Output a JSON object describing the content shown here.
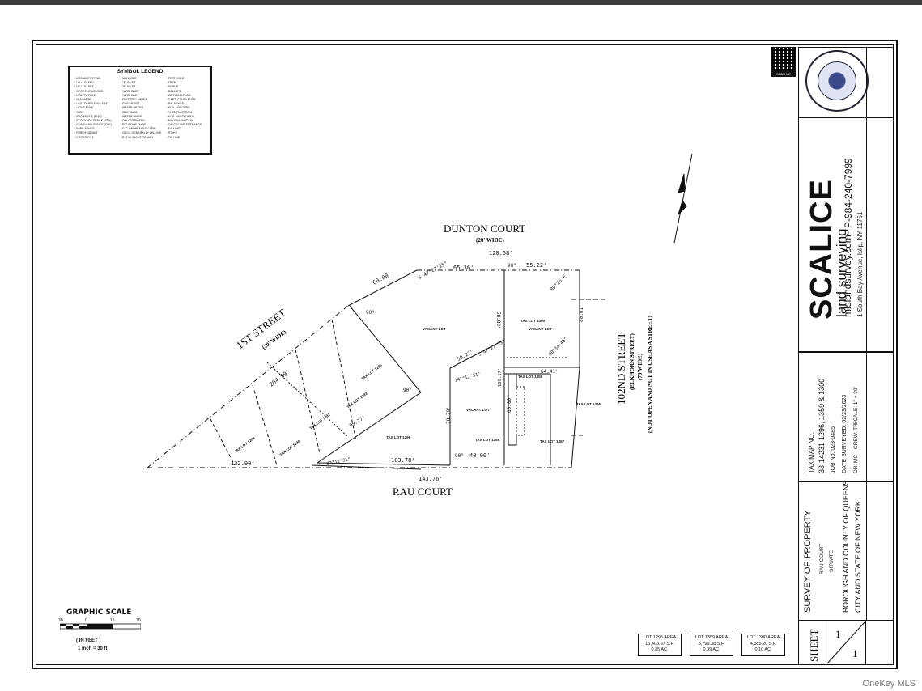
{
  "legend": {
    "title": "SYMBOL LEGEND",
    "items": [
      "MONUMENT FND",
      "MANHOLE",
      "TEST HOLE",
      "I.P. / I.B. FND",
      "\"A\"-INLET",
      "TREE",
      "I.P. / I.B. SET",
      "\"B\"-INLET",
      "SHRUB",
      "SPOT ELEVATIONS",
      "YARD INLET",
      "BOLLARD",
      "UTILITY POLE",
      "YARD INLET",
      "WETLAND FLAG",
      "GUY WIRE",
      "ELECTRIC METER",
      "CANT. CANTILEVER",
      "UTILITY POLE W/LIGHT",
      "GAS METER",
      "P.E. FENCE",
      "LIGHT POLE",
      "WATER METER",
      "M.W. MASONRY",
      "SIGN",
      "GAS VALVE",
      "PLAT. PLATFORM",
      "PVC FENCE (PVC)",
      "WATER VALVE",
      "M.W. MASON WALL",
      "STOCKADE FENCE (STK)",
      "O/H OVERHANG",
      "B/W BAY WINDOW",
      "CHAIN LINK FENCE (CLF)",
      "R/O ROOF OVER",
      "C/E CELLAR ENTRANCE",
      "WIRE FENCE",
      "D.C. DEPRESSED CURB",
      "A/C UNIT",
      "FIRE HYDRANT",
      "G.O.L. GENERALLY ON LINE",
      "STAKE",
      "CROSS CUT",
      "R.O.W. RIGHT OF WAY",
      "ON LINE"
    ]
  },
  "streets": {
    "dunton": "DUNTON COURT",
    "dunton_width": "(20' WIDE)",
    "first": "1ST STREET",
    "first_width": "(20' WIDE)",
    "rau": "RAU COURT",
    "hundred_second": "102ND STREET",
    "hundred_second_alt": "(ELKHORN STREET)",
    "hundred_second_width": "(70'WIDE)",
    "hundred_second_note": "(NOT OPEN AND NOT IN USE AS A STREET)"
  },
  "dimensions": {
    "d_120_58": "120.58'",
    "d_65_36": "65.36'",
    "d_55_22": "55.22'",
    "d_60_00_top": "60.00'",
    "d_90_top": "90°",
    "d_bearing_a": "S 47°27'25\"",
    "d_bearing_b": "89°25'E",
    "d_50_83": "50.83'",
    "d_80_01": "80.01'",
    "d_90_34": "90°34'48\"",
    "d_204_59": "204.59'",
    "d_50_22": "50.22'",
    "d_bearing_c": "S 47°27'25\"",
    "d_64_41": "64.41'",
    "d_147_12": "147°12'31\"",
    "d_109_17": "109.17'",
    "d_78_79": "78.79'",
    "d_99_27": "99.27'",
    "d_90_mid": "90°",
    "d_132_90": "132.90'",
    "d_37_12": "37°12'31\"",
    "d_103_78": "103.78'",
    "d_40_00": "40.00'",
    "d_143_76": "143.76'",
    "d_60_00_mid": "60.00'",
    "d_90_low": "90°",
    "d_90_corner": "90°"
  },
  "lots": {
    "vacant_a": "VACANT LOT",
    "vacant_b": "VACANT LOT",
    "vacant_c": "VACANT LOT",
    "lot_1300": "TAX LOT 1300",
    "lot_1296": "TAX LOT 1296",
    "lot_1359": "TAX LOT 1359",
    "lot_1357": "TAX LOT 1357",
    "lot_1365": "TAX LOT 1365",
    "lot_1358": "TAX LOT 1358",
    "lot_a": "TAX LOT 1283",
    "lot_b": "TAX LOT 1291",
    "lot_c": "TAX LOT 1290",
    "lot_d": "TAX LOT 1288",
    "lot_e": "TAX LOT 1285"
  },
  "scale": {
    "title": "GRAPHIC SCALE",
    "ticks": [
      "30",
      "0",
      "15",
      "30"
    ],
    "units": "( IN FEET )",
    "ratio": "1 inch = 30 ft."
  },
  "areas": [
    {
      "title": "LOT 1296 AREA",
      "sf": "15,403.97 S.F.",
      "ac": "0.35 AC."
    },
    {
      "title": "LOT 1359 AREA",
      "sf": "3,799.38 S.F.",
      "ac": "0.09 AC."
    },
    {
      "title": "LOT 1300 AREA",
      "sf": "4,385.20 S.F.",
      "ac": "0.10 AC."
    }
  ],
  "qr_label": "SCAN ME",
  "titleblock": {
    "company": "SCALICE",
    "company_sub": "land surveying",
    "website": "mlslandsurvey.com",
    "phone": "P-984-240-7999",
    "address": "1 South Bay Avenue, Islip, NY 11751",
    "tax_map_label": "TAX MAP NO.",
    "tax_map": "33-14231-1296, 1359 & 1300",
    "job_no": "JOB No. 023-0485",
    "date_surveyed": "DATE SURVEYED: 02/23/2023",
    "scale": "SCALE: 1\" = 30'",
    "drawn": "DR: MC",
    "crew": "CREW: TR",
    "survey_of": "SURVEY OF PROPERTY",
    "survey_street": "RAU COURT",
    "situate": "SITUATE",
    "borough": "BOROUGH AND COUNTY OF QUEENS",
    "city": "CITY AND STATE OF NEW YORK",
    "sheet_label": "SHEET",
    "sheet_no": "1",
    "sheet_total": "1"
  },
  "watermark": "OneKey MLS"
}
